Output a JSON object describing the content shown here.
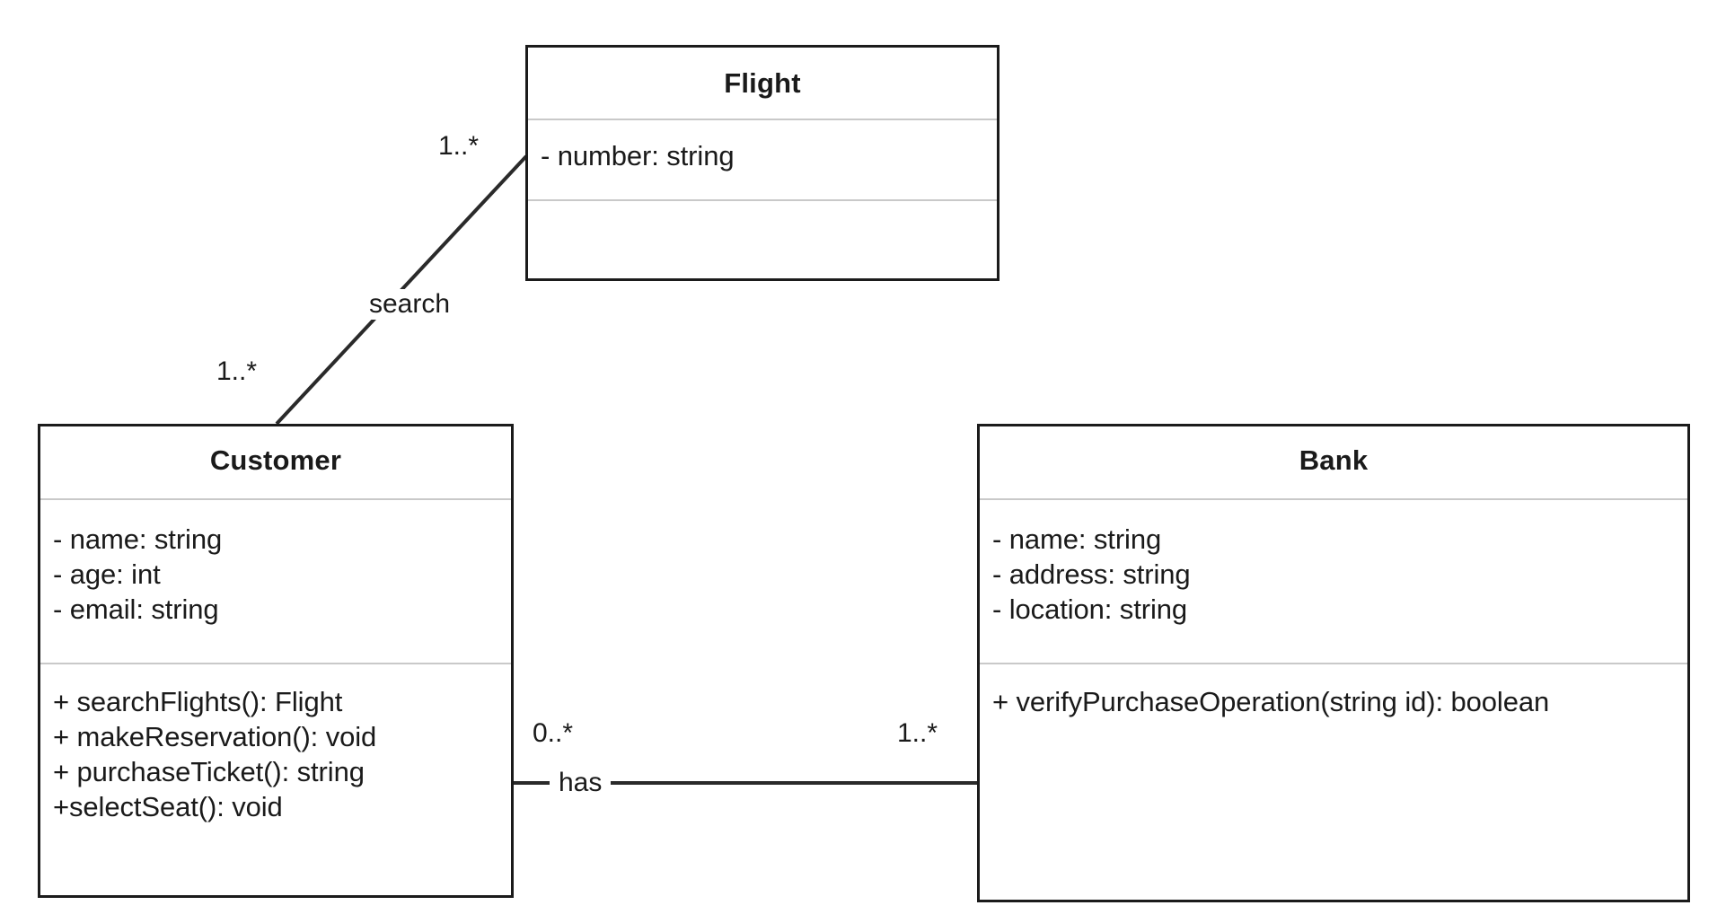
{
  "diagram": {
    "type": "uml-class-diagram",
    "background_color": "#ffffff",
    "border_color": "#1b1b1b",
    "divider_color": "#c9c9c9",
    "text_color": "#1a1a1a"
  },
  "classes": [
    {
      "id": "flight",
      "name": "Flight",
      "attributes": [
        "- number: string"
      ],
      "operations": []
    },
    {
      "id": "customer",
      "name": "Customer",
      "attributes": [
        "- name: string",
        "- age: int",
        "- email: string"
      ],
      "operations": [
        "+ searchFlights(): Flight",
        "+ makeReservation(): void",
        "+ purchaseTicket(): string",
        "+selectSeat(): void"
      ]
    },
    {
      "id": "bank",
      "name": "Bank",
      "attributes": [
        "- name: string",
        "- address: string",
        "- location: string"
      ],
      "operations": [
        "+ verifyPurchaseOperation(string id): boolean"
      ]
    }
  ],
  "associations": [
    {
      "id": "customer-searches-flight",
      "label": "search",
      "source": "customer",
      "target": "flight",
      "source_multiplicity": "1..*",
      "target_multiplicity": "1..*"
    },
    {
      "id": "customer-has-bank",
      "label": "has",
      "source": "customer",
      "target": "bank",
      "source_multiplicity": "0..*",
      "target_multiplicity": "1..*"
    }
  ]
}
